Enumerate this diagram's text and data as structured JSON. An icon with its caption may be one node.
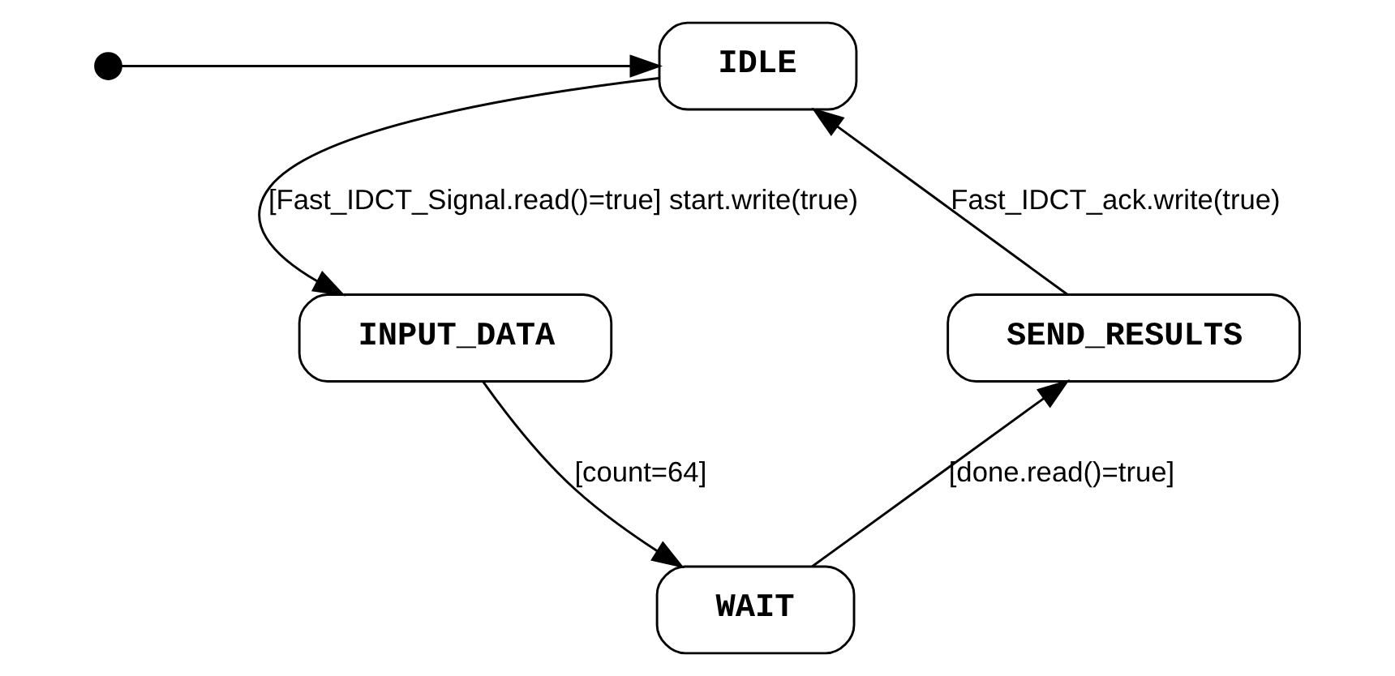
{
  "diagram": {
    "nodes": [
      {
        "text": [],
        "shape": "circle"
      },
      {
        "text": [
          "IDLE"
        ]
      },
      {
        "text": [
          "INPUT_DATA"
        ]
      },
      {
        "text": [
          "WAIT"
        ]
      },
      {
        "text": [
          "SEND_RESULTS"
        ]
      }
    ],
    "edges": [
      {
        "from": 0,
        "to": 1,
        "arrow": "to"
      },
      {
        "from": 1,
        "to": 2,
        "arrow": "to",
        "label": "[Fast_IDCT_Signal.read()=true] start.write(true)"
      },
      {
        "from": 2,
        "to": 3,
        "arrow": "to",
        "label": "[count=64]"
      },
      {
        "from": 3,
        "to": 4,
        "arrow": "to",
        "label": "[done.read()=true]"
      },
      {
        "from": 4,
        "to": 1,
        "arrow": "to",
        "label": "Fast_IDCT_ack.write(true)"
      }
    ]
  }
}
